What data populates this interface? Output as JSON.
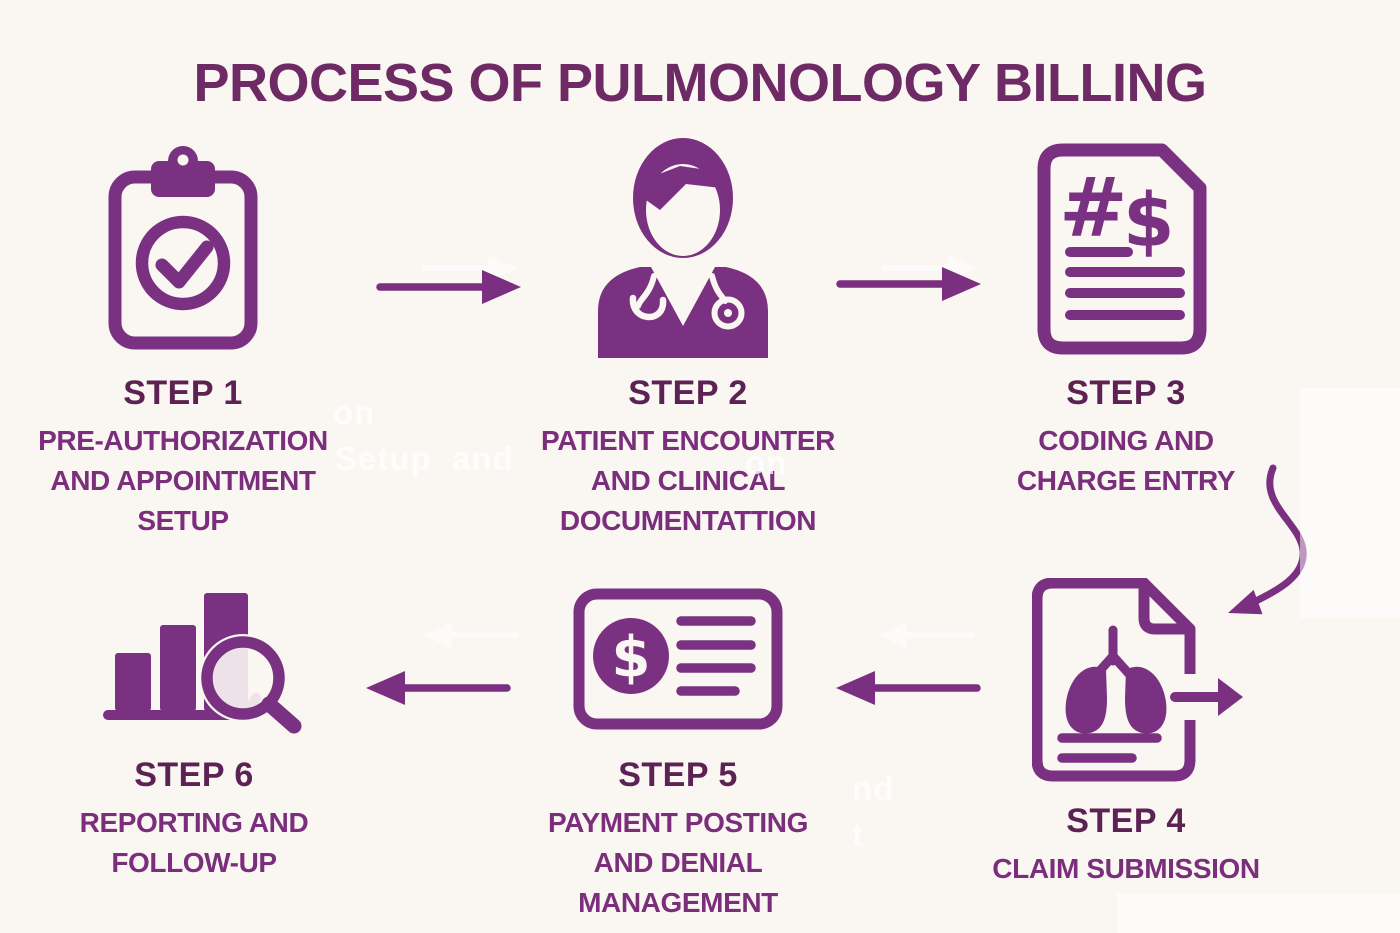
{
  "title": "PROCESS OF PULMONOLOGY BILLING",
  "colors": {
    "background": "#faf6f2",
    "accent_purple": "#7b3181",
    "title_text": "#6d2a64",
    "heading_text": "#5c2254",
    "description_text": "#7b2e7c"
  },
  "steps": [
    {
      "heading": "STEP 1",
      "description": "PRE-AUTHORIZATION\nAND APPOINTMENT\nSETUP",
      "icon": "clipboard-check-icon"
    },
    {
      "heading": "STEP 2",
      "description": "PATIENT ENCOUNTER\nAND CLINICAL\nDOCUMENTATTION",
      "icon": "doctor-icon"
    },
    {
      "heading": "STEP 3",
      "description": "CODING AND\nCHARGE ENTRY",
      "icon": "coding-document-icon"
    },
    {
      "heading": "STEP 4",
      "description": "CLAIM SUBMISSION",
      "icon": "claim-document-lungs-icon"
    },
    {
      "heading": "STEP 5",
      "description": "PAYMENT POSTING\nAND DENIAL\nMANAGEMENT",
      "icon": "payment-card-icon"
    },
    {
      "heading": "STEP 6",
      "description": "REPORTING AND\nFOLLOW-UP",
      "icon": "report-chart-magnifier-icon"
    }
  ],
  "arrows": [
    {
      "name": "arrow-step1-step2",
      "direction": "right"
    },
    {
      "name": "arrow-step2-step3",
      "direction": "right"
    },
    {
      "name": "arrow-step3-step4",
      "direction": "curved-down-left"
    },
    {
      "name": "arrow-step4-step5",
      "direction": "left"
    },
    {
      "name": "arrow-step5-step6",
      "direction": "left"
    }
  ],
  "artifacts": {
    "ghost_texts": [
      "on",
      "Setup  and",
      "on",
      "nd",
      "t"
    ]
  }
}
